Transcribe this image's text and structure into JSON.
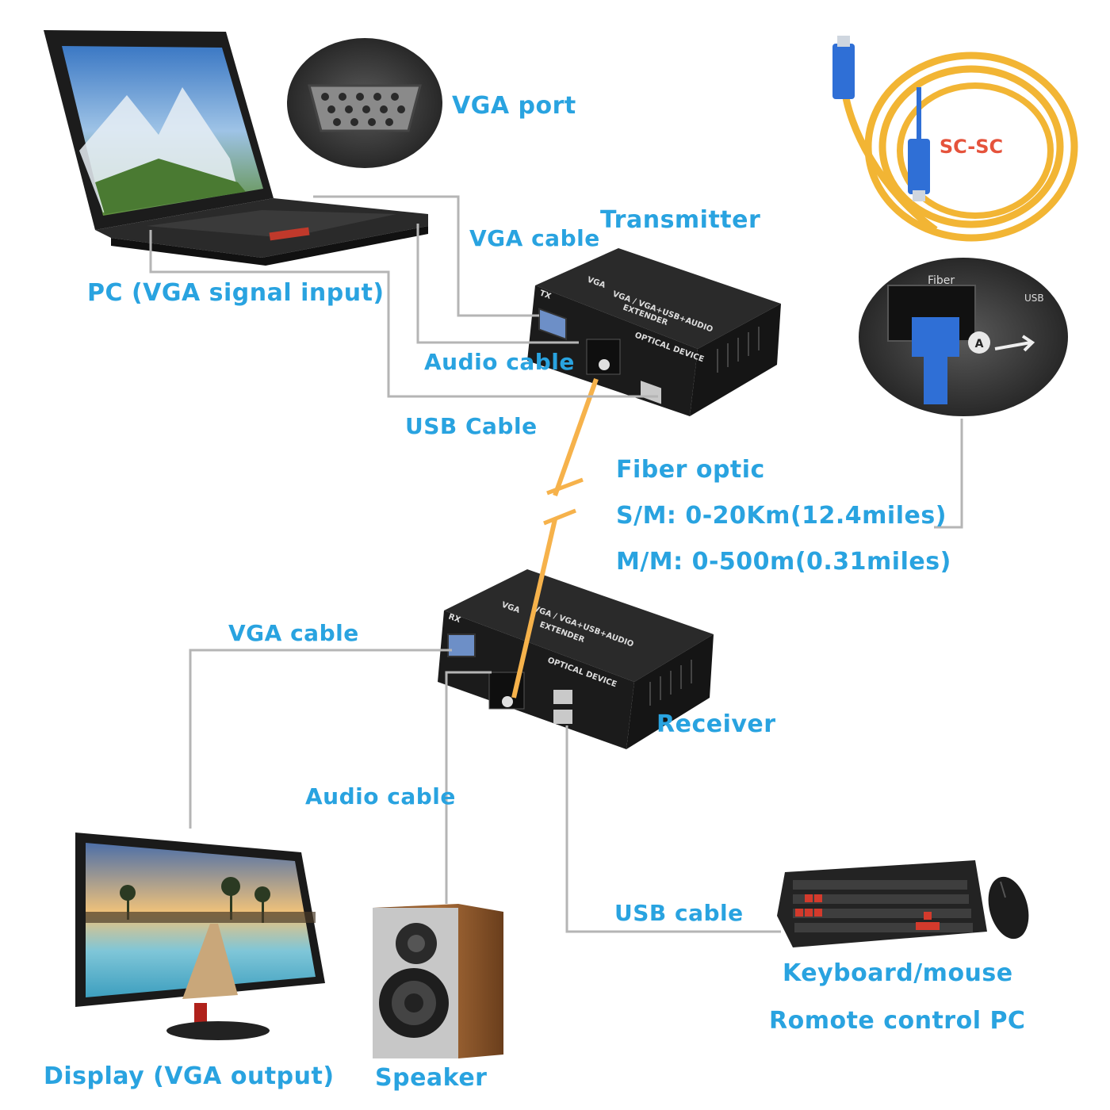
{
  "colors": {
    "label": "#29a3e0",
    "cable": "#b5b5b5",
    "fiber": "#f6b24b",
    "device": "#1b1b1b",
    "sc_label": "#e5533c"
  },
  "labels": {
    "vga_port": "VGA port",
    "transmitter": "Transmitter",
    "vga_cable_top": "VGA cable",
    "pc_input": "PC (VGA signal input)",
    "audio_cable_top": "Audio cable",
    "usb_cable_top": "USB Cable",
    "fiber_optic": "Fiber optic",
    "sm_range": "S/M: 0-20Km(12.4miles)",
    "mm_range": "M/M: 0-500m(0.31miles)",
    "vga_cable_bottom": "VGA cable",
    "receiver": "Receiver",
    "audio_cable_bottom": "Audio cable",
    "usb_cable_bottom": "USB cable",
    "keyboard_mouse": "Keyboard/mouse",
    "remote_pc": "Romote control PC",
    "display": "Display (VGA output)",
    "speaker": "Speaker",
    "sc_sc": "SC-SC"
  },
  "device_text": {
    "model": "VGA / VGA+USB+AUDIO",
    "extender": "EXTENDER",
    "vga": "VGA",
    "optical": "OPTICAL DEVICE",
    "tx": "TX",
    "rx": "RX",
    "fiber": "Fiber",
    "usb": "USB"
  },
  "icons": {
    "laptop": "laptop-icon",
    "vga_port_zoom": "vga-port-icon",
    "fiber_patch_cord": "fiber-cable-icon",
    "fiber_port_zoom": "fiber-port-icon",
    "transmitter": "transmitter-device",
    "receiver": "receiver-device",
    "monitor": "monitor-icon",
    "speaker": "speaker-icon",
    "keyboard": "keyboard-icon",
    "mouse": "mouse-icon"
  }
}
